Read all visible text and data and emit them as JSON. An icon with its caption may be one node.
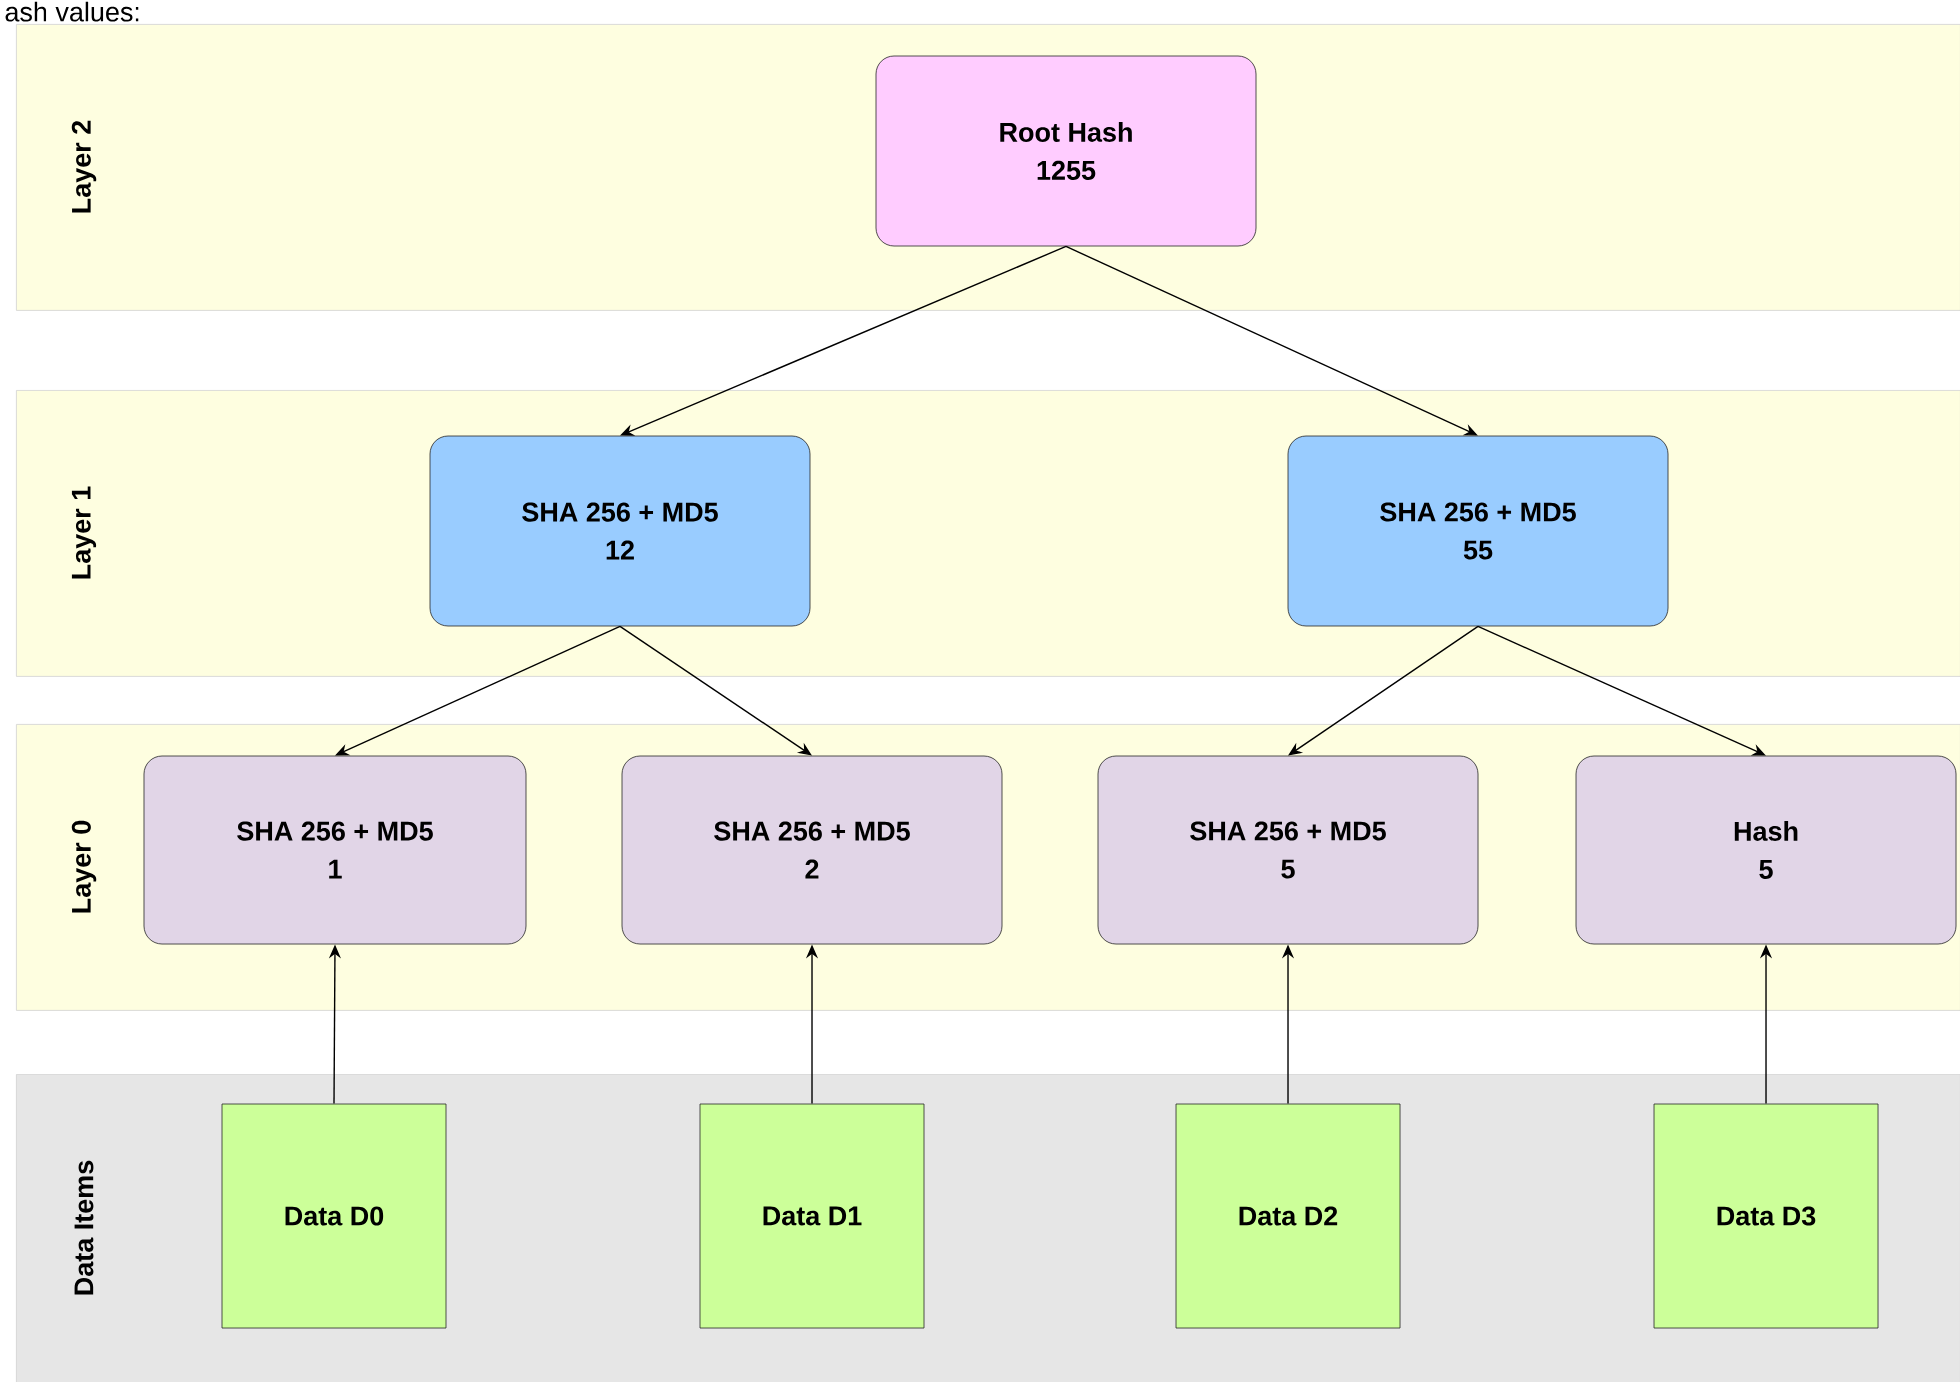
{
  "diagram": {
    "nodes": [
      {
        "text": [
          "Layer 2"
        ]
      },
      {
        "text": [
          "Root Hash",
          "1255"
        ],
        "in": 0
      },
      {
        "text": [
          "Layer 1"
        ]
      },
      {
        "text": [
          "SHA 256 + MD5",
          "12"
        ],
        "in": 2
      },
      {
        "text": [
          "SHA 256 + MD5",
          "55"
        ],
        "in": 2
      },
      {
        "text": [
          "Layer 0"
        ]
      },
      {
        "text": [
          "SHA 256 + MD5",
          "1"
        ],
        "in": 5
      },
      {
        "text": [
          "SHA 256 + MD5",
          "2"
        ],
        "in": 5
      },
      {
        "text": [
          "SHA 256 + MD5",
          "5"
        ],
        "in": 5
      },
      {
        "text": [
          "Hash",
          "5"
        ],
        "in": 5
      },
      {
        "text": [
          "Data Items"
        ]
      },
      {
        "text": [
          "Data D0"
        ],
        "in": 10
      },
      {
        "text": [
          "Data D1"
        ],
        "in": 10
      },
      {
        "text": [
          "Data D2"
        ],
        "in": 10
      },
      {
        "text": [
          "Data D3"
        ],
        "in": 10
      }
    ],
    "edges": [
      {
        "from": 1,
        "to": 3,
        "arrow": "to"
      },
      {
        "from": 1,
        "to": 4,
        "arrow": "to"
      },
      {
        "from": 3,
        "to": 6,
        "arrow": "to"
      },
      {
        "from": 3,
        "to": 7,
        "arrow": "to"
      },
      {
        "from": 4,
        "to": 8,
        "arrow": "to"
      },
      {
        "from": 4,
        "to": 9,
        "arrow": "to"
      },
      {
        "from": 11,
        "to": 6,
        "arrow": "to"
      },
      {
        "from": 12,
        "to": 7,
        "arrow": "to"
      },
      {
        "from": 13,
        "to": 8,
        "arrow": "to"
      },
      {
        "from": 14,
        "to": 9,
        "arrow": "to"
      }
    ],
    "labels": [
      "ash values:"
    ]
  }
}
